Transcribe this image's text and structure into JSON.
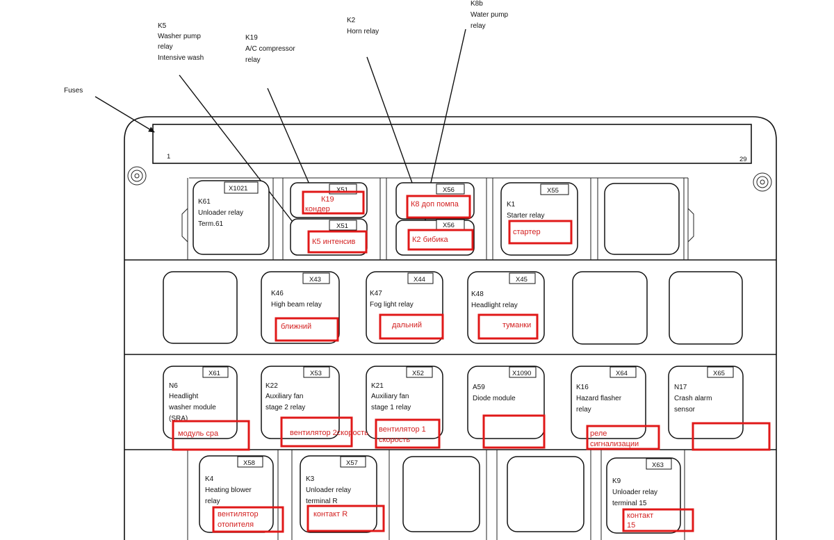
{
  "callouts": {
    "k5": [
      "K5",
      "Washer pump",
      "relay",
      "Intensive wash"
    ],
    "k19": [
      "K19",
      "A/C compressor",
      "relay"
    ],
    "k2": [
      "K2",
      "Horn relay"
    ],
    "k8b": [
      "K8b",
      "Water pump",
      "relay"
    ],
    "fuses": "Fuses"
  },
  "fuse_strip": {
    "start": "1",
    "end": "29"
  },
  "relays": {
    "k61": {
      "code": "X1021",
      "lines": [
        "K61",
        "Unloader relay",
        "Term.61"
      ]
    },
    "x51a": {
      "code": "X51"
    },
    "x51b": {
      "code": "X51"
    },
    "x56a": {
      "code": "X56"
    },
    "x56b": {
      "code": "X56"
    },
    "k1": {
      "code": "X55",
      "lines": [
        "K1",
        "Starter relay"
      ]
    },
    "k46": {
      "code": "X43",
      "lines": [
        "K46",
        "High beam relay"
      ]
    },
    "k47": {
      "code": "X44",
      "lines": [
        "K47",
        "Fog light relay"
      ]
    },
    "k48": {
      "code": "X45",
      "lines": [
        "K48",
        "Headlight relay"
      ]
    },
    "n6": {
      "code": "X61",
      "lines": [
        "N6",
        "Headlight",
        "washer module",
        "(SRA)"
      ]
    },
    "k22": {
      "code": "X53",
      "lines": [
        "K22",
        "Auxiliary fan",
        "stage 2 relay"
      ]
    },
    "k21": {
      "code": "X52",
      "lines": [
        "K21",
        "Auxiliary fan",
        "stage 1 relay"
      ]
    },
    "a59": {
      "code": "X1090",
      "lines": [
        "A59",
        "Diode module"
      ]
    },
    "k16": {
      "code": "X64",
      "lines": [
        "K16",
        "Hazard flasher",
        "relay"
      ]
    },
    "n17": {
      "code": "X65",
      "lines": [
        "N17",
        "Crash alarm",
        "sensor"
      ]
    },
    "k4": {
      "code": "X58",
      "lines": [
        "K4",
        "Heating blower",
        "relay"
      ]
    },
    "k3": {
      "code": "X57",
      "lines": [
        "K3",
        "Unloader relay",
        "terminal R"
      ]
    },
    "k9": {
      "code": "X63",
      "lines": [
        "K9",
        "Unloader relay",
        "terminal 15"
      ]
    }
  },
  "annotations": {
    "k19": [
      "К19",
      "кондер"
    ],
    "k5": [
      "К5 интенсив"
    ],
    "k8": [
      "К8 доп помпа"
    ],
    "k2": [
      "К2 бибика"
    ],
    "starter": [
      "стартер"
    ],
    "near": [
      "ближний"
    ],
    "far": [
      "дальний"
    ],
    "fog": [
      "туманки"
    ],
    "sra": [
      "модуль сра"
    ],
    "fan2": [
      "вентилятор 2скорость"
    ],
    "fan1": [
      "вентилятор 1",
      "скорость"
    ],
    "diode": [],
    "alarm": [
      "реле",
      "сигнализации"
    ],
    "crash": [],
    "blower": [
      "вентилятор",
      "отопителя"
    ],
    "contactR": [
      "контакт  R"
    ],
    "contact15": [
      "контакт",
      "15"
    ]
  },
  "colors": {
    "annotation": "#e01818",
    "line": "#111111"
  }
}
